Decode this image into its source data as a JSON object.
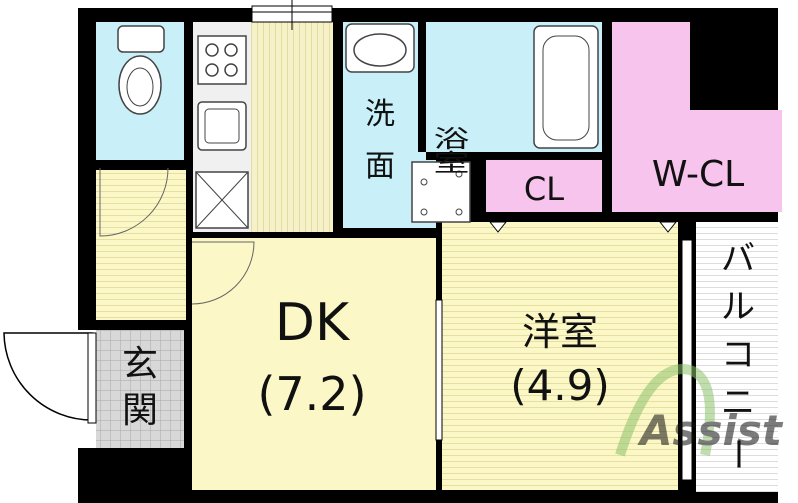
{
  "rooms": {
    "bath": "浴室",
    "washroom_1": "洗",
    "washroom_2": "面",
    "closet": "CL",
    "walk_in_closet": "W-CL",
    "balcony": [
      "バ",
      "ル",
      "コ",
      "ニ",
      "ー"
    ],
    "dk": "DK",
    "dk_size": "(7.2)",
    "western_room": "洋室",
    "western_size": "(4.9)",
    "entrance_1": "玄",
    "entrance_2": "関"
  },
  "watermark": "Assist",
  "colors": {
    "wet_area": "#c9f0f8",
    "closet": "#f6c4ec",
    "floor": "#fbf7c6",
    "kitchen": "#f6f1c8",
    "wall": "#000000",
    "tile": "#cfcfcf"
  }
}
